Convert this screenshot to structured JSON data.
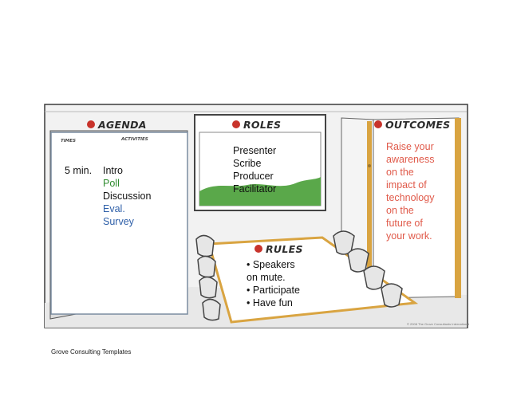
{
  "agenda": {
    "heading": "AGENDA",
    "col_times": "TIMES",
    "col_activities": "ACTIVITIES",
    "time": "5 min.",
    "items": [
      {
        "label": "Intro",
        "color": "#111111"
      },
      {
        "label": "Poll",
        "color": "#2e8b2e"
      },
      {
        "label": "Discussion",
        "color": "#111111"
      },
      {
        "label": "Eval.",
        "color": "#2e5fa8"
      },
      {
        "label": "Survey",
        "color": "#2e5fa8"
      }
    ]
  },
  "roles": {
    "heading": "ROLES",
    "items": [
      "Presenter",
      "Scribe",
      "Producer",
      "Facilitator"
    ]
  },
  "outcomes": {
    "heading": "OUTCOMES",
    "lines": [
      "Raise your",
      "awareness",
      "on the",
      "impact of",
      "technology",
      "on the",
      "future of",
      "your work."
    ],
    "color": "#e05a4a"
  },
  "rules": {
    "heading": "RULES",
    "lines": [
      "• Speakers",
      "on mute.",
      "• Participate",
      "• Have fun"
    ]
  },
  "credit": "Grove Consulting Templates",
  "small_credit": "© 2008 The Grove Consultants International",
  "colors": {
    "accent_red": "#c8332b",
    "table_wood": "#d9a441",
    "wall": "#f1f1f1",
    "window_green": "#5aa84a"
  }
}
